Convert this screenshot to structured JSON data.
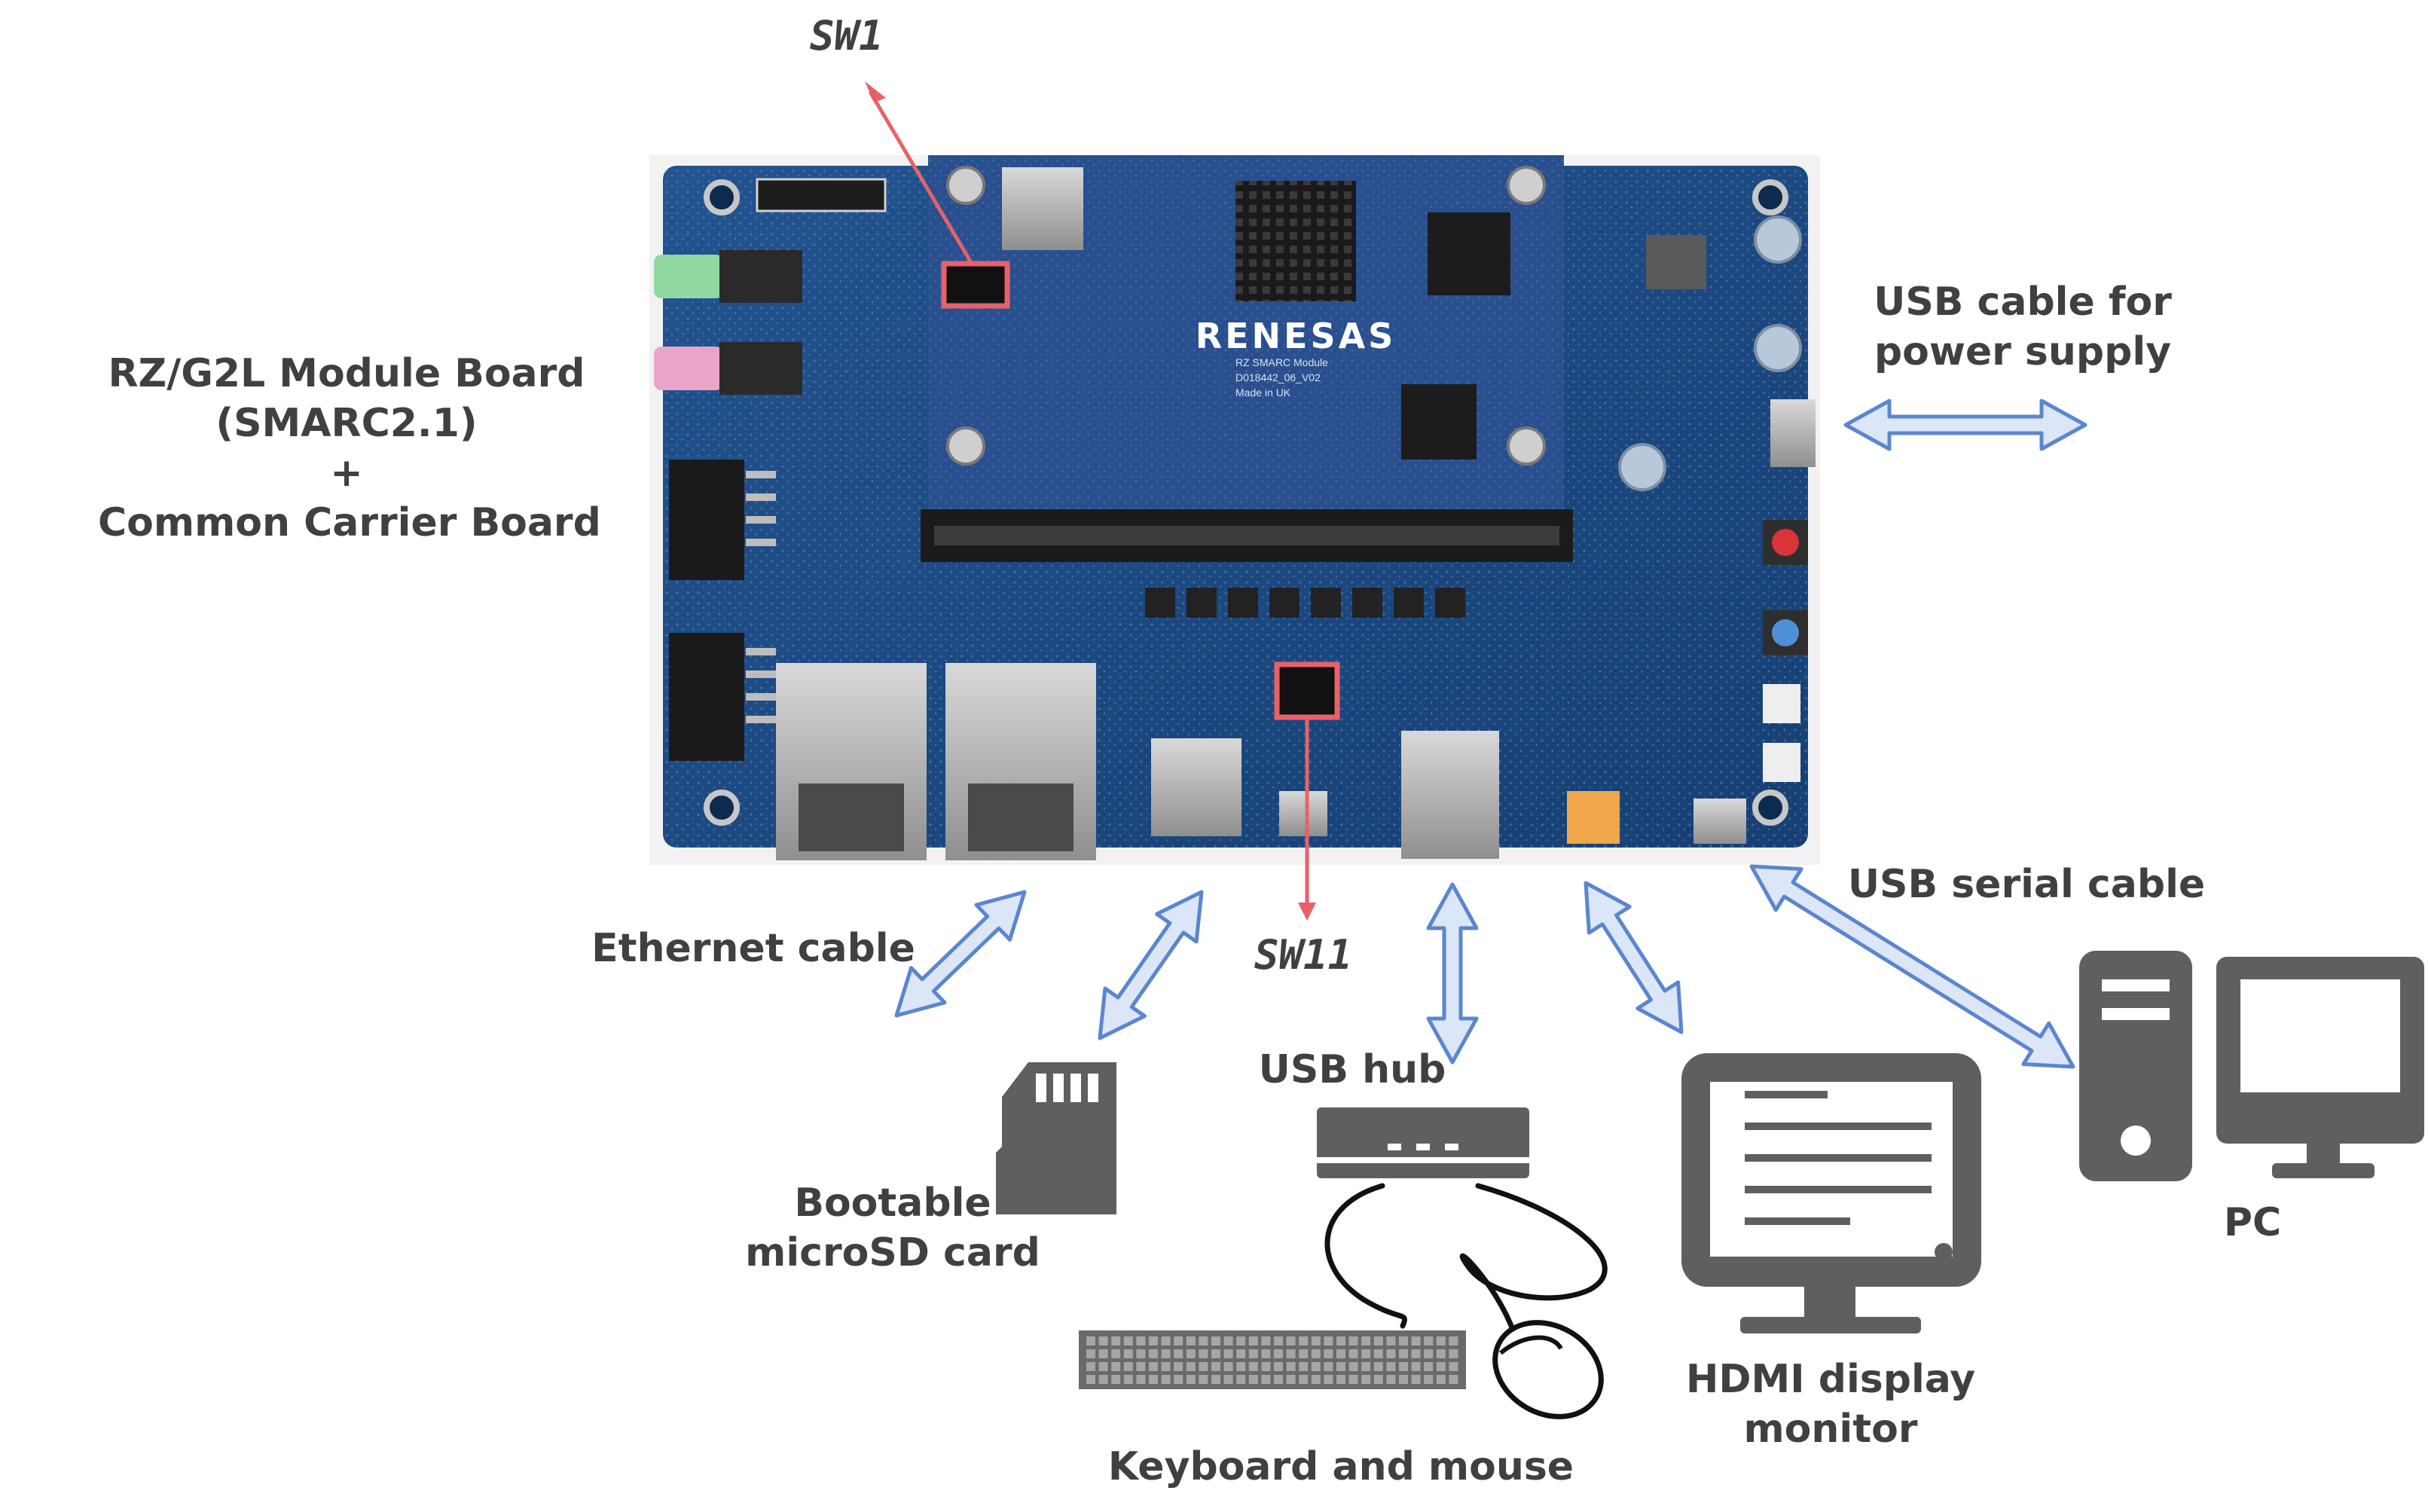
{
  "labels": {
    "sw1": "SW1",
    "sw11": "SW11",
    "board": [
      "RZ/G2L Module Board",
      "(SMARC2.1)",
      "+",
      "Common Carrier Board"
    ],
    "usb_power": [
      "USB cable for",
      "power supply"
    ],
    "ethernet": "Ethernet cable",
    "microsd": [
      "Bootable",
      "microSD card"
    ],
    "usb_hub": "USB hub",
    "keyboard_mouse": "Keyboard and mouse",
    "hdmi": [
      "HDMI display",
      "monitor"
    ],
    "usb_serial": "USB serial cable",
    "pc": "PC"
  },
  "board_print": {
    "brand": "RENESAS",
    "module": "RZ SMARC Module",
    "part": "D018442_06_V02",
    "origin": "Made in UK"
  },
  "colors": {
    "arrow_fill": "#dbe6f7",
    "arrow_stroke": "#5b86cf",
    "callout": "#e8616a",
    "icon": "#5f5f5f",
    "text": "#404040",
    "pcb": "#1f4d86",
    "module": "#2a4f8e"
  }
}
